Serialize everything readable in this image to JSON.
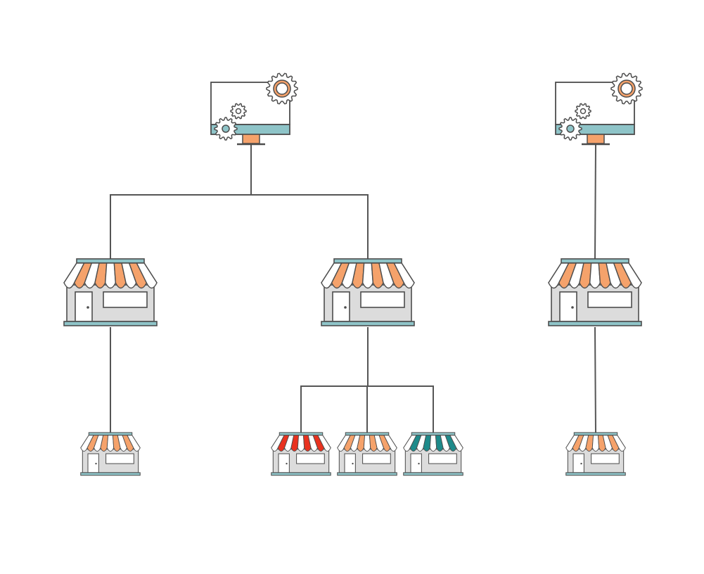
{
  "colors": {
    "background": "#ffffff",
    "line": "#555555",
    "outline": "#4d4d4d",
    "teal": "#8ec4c8",
    "orange": "#f5a26b",
    "gray": "#dcdcdc",
    "red": "#e8321f",
    "dark_teal": "#1e8a8a",
    "white": "#ffffff"
  },
  "nodes": [
    {
      "id": "server-a",
      "type": "server",
      "icon": "server-monitor-icon"
    },
    {
      "id": "server-b",
      "type": "server",
      "icon": "server-monitor-icon"
    },
    {
      "id": "store-1",
      "type": "store-large",
      "icon": "storefront-icon",
      "awning": "orange"
    },
    {
      "id": "store-2",
      "type": "store-large",
      "icon": "storefront-icon",
      "awning": "orange"
    },
    {
      "id": "store-3",
      "type": "store-large",
      "icon": "storefront-icon",
      "awning": "orange"
    },
    {
      "id": "shop-1",
      "type": "store-small",
      "icon": "storefront-icon",
      "awning": "orange"
    },
    {
      "id": "shop-2",
      "type": "store-small",
      "icon": "storefront-icon",
      "awning": "red"
    },
    {
      "id": "shop-3",
      "type": "store-small",
      "icon": "storefront-icon",
      "awning": "orange"
    },
    {
      "id": "shop-4",
      "type": "store-small",
      "icon": "storefront-icon",
      "awning": "dark_teal"
    },
    {
      "id": "shop-5",
      "type": "store-small",
      "icon": "storefront-icon",
      "awning": "orange"
    }
  ],
  "edges": [
    {
      "from": "server-a",
      "to": "store-1"
    },
    {
      "from": "server-a",
      "to": "store-2"
    },
    {
      "from": "server-b",
      "to": "store-3"
    },
    {
      "from": "store-1",
      "to": "shop-1"
    },
    {
      "from": "store-2",
      "to": "shop-2"
    },
    {
      "from": "store-2",
      "to": "shop-3"
    },
    {
      "from": "store-2",
      "to": "shop-4"
    },
    {
      "from": "store-3",
      "to": "shop-5"
    }
  ]
}
